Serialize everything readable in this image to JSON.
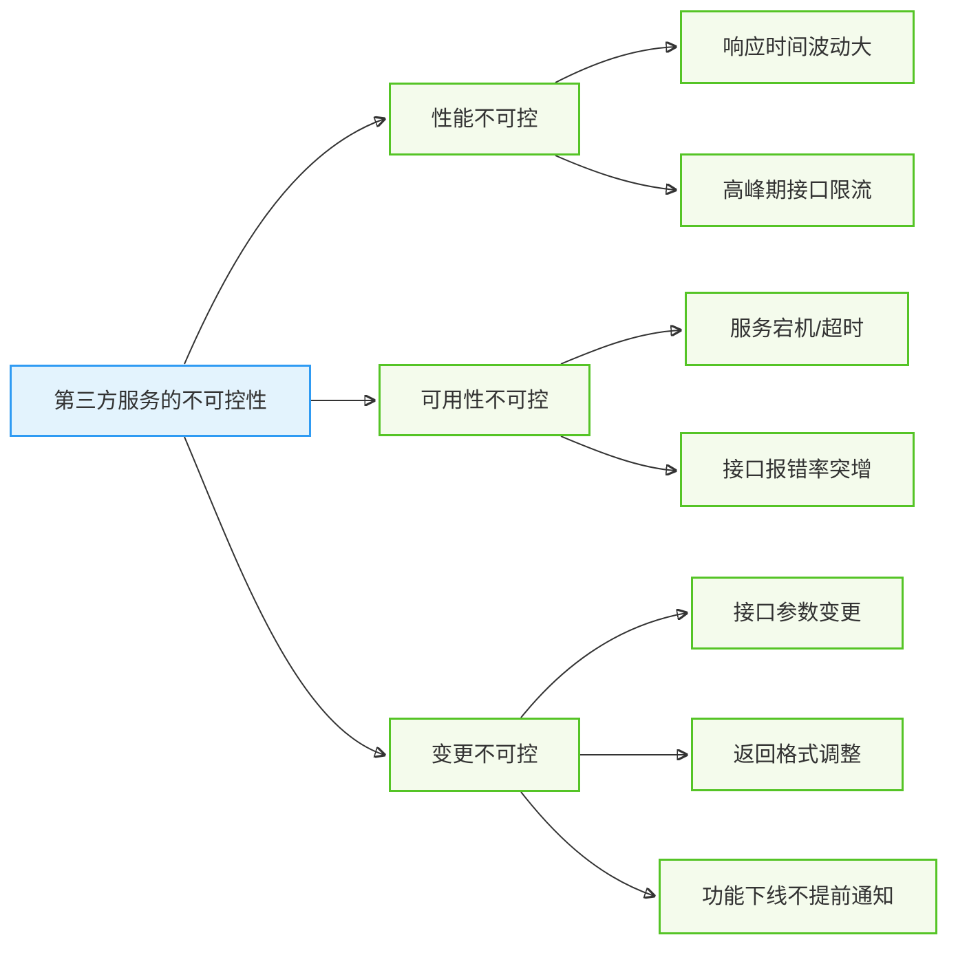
{
  "diagram": {
    "type": "mindmap-flowchart",
    "root": {
      "label": "第三方服务的不可控性"
    },
    "branches": [
      {
        "label": "性能不可控",
        "children": [
          {
            "label": "响应时间波动大"
          },
          {
            "label": "高峰期接口限流"
          }
        ]
      },
      {
        "label": "可用性不可控",
        "children": [
          {
            "label": "服务宕机/超时"
          },
          {
            "label": "接口报错率突增"
          }
        ]
      },
      {
        "label": "变更不可控",
        "children": [
          {
            "label": "接口参数变更"
          },
          {
            "label": "返回格式调整"
          },
          {
            "label": "功能下线不提前通知"
          }
        ]
      }
    ],
    "colors": {
      "background": "#ffffff",
      "root_fill": "#e3f3fd",
      "root_border": "#2f9bf3",
      "branch_fill": "#f4fbec",
      "branch_border": "#55c426",
      "edge": "#333333",
      "text": "#333333"
    }
  }
}
